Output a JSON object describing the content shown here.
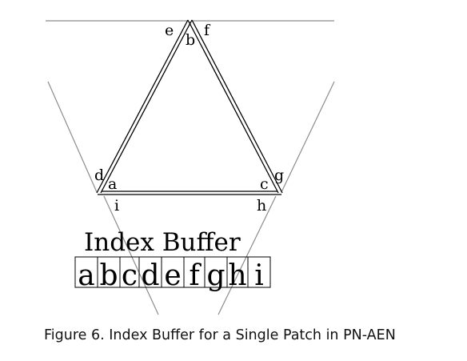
{
  "vertex_labels": {
    "a": "a",
    "b": "b",
    "c": "c",
    "d": "d",
    "e": "e",
    "f": "f",
    "g": "g",
    "h": "h",
    "i": "i"
  },
  "buffer": {
    "title": "Index Buffer",
    "cells": [
      "a",
      "b",
      "c",
      "d",
      "e",
      "f",
      "g",
      "h",
      "i"
    ]
  },
  "caption": "Figure 6. Index Buffer for a Single Patch in PN-AEN",
  "colors": {
    "triangle": "#000000",
    "adjacent_lines": "#8c8c8c"
  }
}
